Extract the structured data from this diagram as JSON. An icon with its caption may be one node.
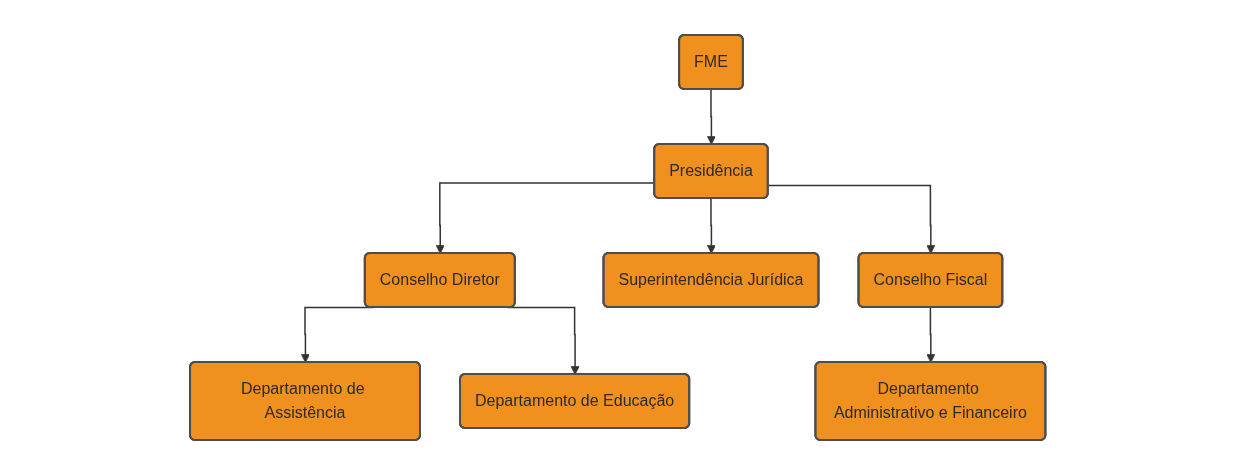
{
  "diagram": {
    "nodes": [
      {
        "text": [
          "FME"
        ]
      },
      {
        "text": [
          "Presidência"
        ]
      },
      {
        "text": [
          "Conselho Diretor"
        ]
      },
      {
        "text": [
          "Superintendência Jurídica"
        ]
      },
      {
        "text": [
          "Conselho Fiscal"
        ]
      },
      {
        "text": [
          "Departamento de Assistência"
        ]
      },
      {
        "text": [
          "Departamento de Educação"
        ]
      },
      {
        "text": [
          "Departamento Administrativo e Financeiro"
        ]
      }
    ],
    "edges": [
      {
        "from": 0,
        "to": 1,
        "arrow": "to"
      },
      {
        "from": 1,
        "to": 2,
        "arrow": "to"
      },
      {
        "from": 1,
        "to": 3,
        "arrow": "to"
      },
      {
        "from": 1,
        "to": 4,
        "arrow": "to"
      },
      {
        "from": 2,
        "to": 5,
        "arrow": "to"
      },
      {
        "from": 2,
        "to": 6,
        "arrow": "to"
      },
      {
        "from": 4,
        "to": 7,
        "arrow": "to"
      }
    ]
  }
}
